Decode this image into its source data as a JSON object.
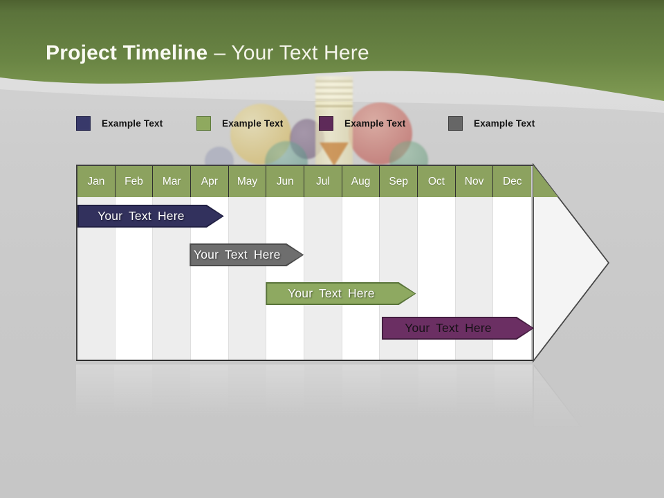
{
  "header": {
    "title_bold": "Project Timeline",
    "title_light": "– Your Text Here"
  },
  "legend": {
    "items": [
      {
        "label": "Example Text",
        "color": "#38396A",
        "border": "#23244A"
      },
      {
        "label": "Example Text",
        "color": "#8FA95F",
        "border": "#5E7A3B"
      },
      {
        "label": "Example Text",
        "color": "#5E2A59",
        "border": "#3B1938"
      },
      {
        "label": "Example Text",
        "color": "#666666",
        "border": "#3E3E3E"
      }
    ]
  },
  "colors": {
    "band_top": "#4E6130",
    "band_mid": "#6A8544",
    "band_bottom": "#819C54",
    "month_header": "#8CA25F",
    "stripe_light": "#EDEDED",
    "stripe_white": "#FFFFFF",
    "arrow_fill": "#F4F4F4",
    "background": "#CACACA"
  },
  "chart_data": {
    "type": "gantt",
    "title": "Project Timeline – Your Text Here",
    "x_axis": {
      "unit": "months",
      "labels": [
        "Jan",
        "Feb",
        "Mar",
        "Apr",
        "May",
        "Jun",
        "Jul",
        "Aug",
        "Sep",
        "Oct",
        "Nov",
        "Dec"
      ],
      "range": [
        0,
        12
      ]
    },
    "grid": "vertical-month-stripes",
    "legend_position": "top",
    "bars": [
      {
        "row": 1,
        "label": "Your Text Here",
        "start": 0.0,
        "end": 3.85,
        "fill": "#32315D",
        "border": "#201F42",
        "text_color": "#FFFFFF"
      },
      {
        "row": 2,
        "label": "Your Text Here",
        "start": 2.95,
        "end": 5.95,
        "fill": "#6E6E6E",
        "border": "#4A4A4A",
        "text_color": "#FFFFFF"
      },
      {
        "row": 3,
        "label": "Your Text Here",
        "start": 4.95,
        "end": 8.9,
        "fill": "#8EA961",
        "border": "#59743A",
        "text_color": "#FFFFFF"
      },
      {
        "row": 4,
        "label": "Your Text Here",
        "start": 8.0,
        "end": 12.0,
        "fill": "#6B2F63",
        "border": "#431C3F",
        "text_color": "#161016"
      }
    ]
  }
}
